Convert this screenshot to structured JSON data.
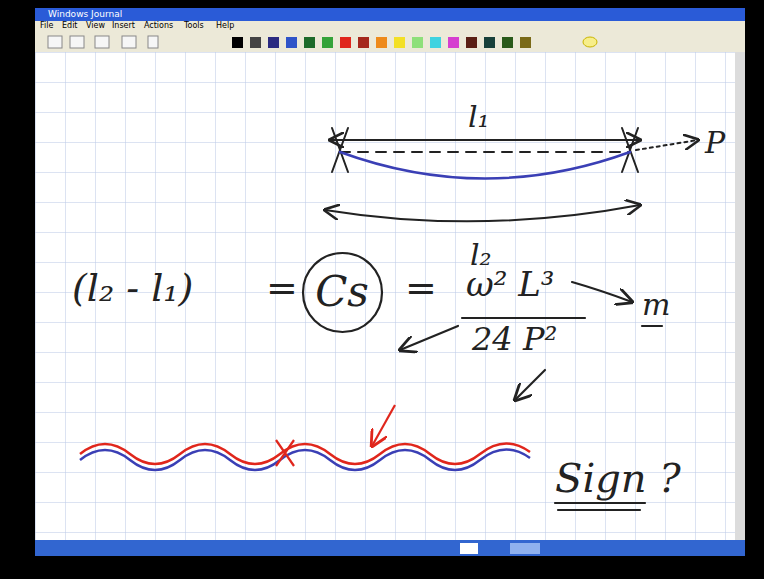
{
  "diagram": {
    "nodes": [
      {
        "text": [
          "Cs"
        ]
      }
    ],
    "labels": [
      "Windows Journal",
      "File",
      "Edit",
      "View",
      "Insert",
      "Actions",
      "Tools",
      "Help",
      "l₁",
      "P",
      "l₂",
      "(l₂ - l₁)",
      "=",
      "=",
      "ω² L³",
      "24 P²",
      "m",
      "Sign ?"
    ]
  }
}
